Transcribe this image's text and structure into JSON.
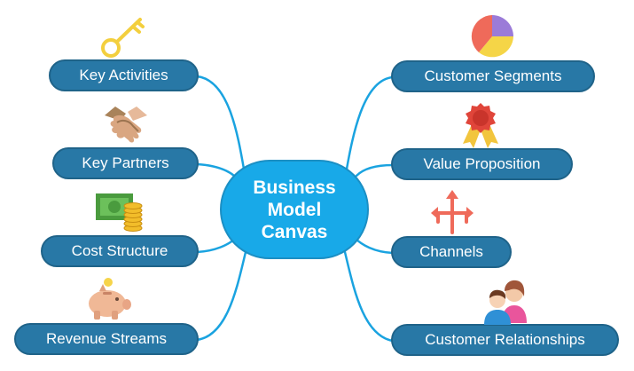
{
  "center_topic": "Business\nModel\nCanvas",
  "branches_left": [
    {
      "label": "Key Activities",
      "icon": "key-icon"
    },
    {
      "label": "Key Partners",
      "icon": "handshake-icon"
    },
    {
      "label": "Cost Structure",
      "icon": "money-coins-icon"
    },
    {
      "label": "Revenue Streams",
      "icon": "piggy-bank-icon"
    }
  ],
  "branches_right": [
    {
      "label": "Customer Segments",
      "icon": "pie-chart-icon"
    },
    {
      "label": "Value Proposition",
      "icon": "award-ribbon-icon"
    },
    {
      "label": "Channels",
      "icon": "split-arrows-icon"
    },
    {
      "label": "Customer Relationships",
      "icon": "people-icon"
    }
  ],
  "colors": {
    "center_fill": "#18a9e8",
    "branch_fill": "#2878a6",
    "connector": "#1aa3e0"
  }
}
